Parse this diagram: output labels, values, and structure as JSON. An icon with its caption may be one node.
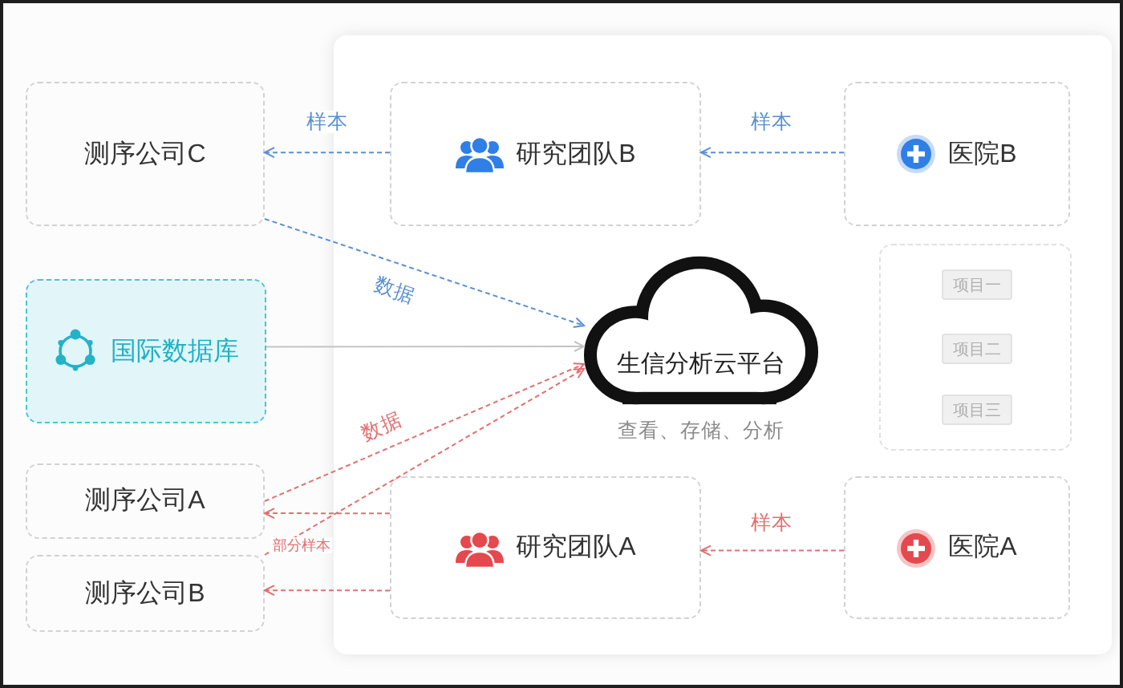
{
  "diagram": {
    "nodes": [
      {
        "text": [
          "测序公司C"
        ]
      },
      {
        "text": [],
        "shape": "box"
      },
      {
        "text": [
          "研究团队B"
        ],
        "in": 1
      },
      {
        "text": [
          "医院B"
        ],
        "in": 1
      },
      {
        "text": [
          "国际数据库"
        ]
      },
      {
        "text": [
          "生信分析云平台"
        ],
        "in": 1,
        "beside": [
          "查看、存储、分析"
        ]
      },
      {
        "text": [],
        "shape": "box",
        "in": 1
      },
      {
        "text": [
          "项目一"
        ],
        "in": 6
      },
      {
        "text": [
          "项目二"
        ],
        "in": 6
      },
      {
        "text": [
          "项目三"
        ],
        "in": 6
      },
      {
        "text": [
          "测序公司A"
        ]
      },
      {
        "text": [
          "测序公司B"
        ]
      },
      {
        "text": [
          "研究团队A"
        ],
        "in": 1
      },
      {
        "text": [
          "医院A"
        ],
        "in": 1
      }
    ],
    "edges": [
      {
        "from": 2,
        "to": 0,
        "arrow": "to",
        "label": "样本",
        "style": "dashed",
        "color": "#5a8fd3"
      },
      {
        "from": 3,
        "to": 2,
        "arrow": "to",
        "label": "样本",
        "style": "dashed",
        "color": "#5a8fd3"
      },
      {
        "from": 0,
        "to": 5,
        "arrow": "to",
        "label": "数据",
        "style": "dashed",
        "color": "#5a8fd3"
      },
      {
        "from": 4,
        "to": 5,
        "arrow": "to",
        "color": "#c4c4c4"
      },
      {
        "from": 10,
        "to": 5,
        "arrow": "to",
        "label": "数据",
        "style": "dashed"
      },
      {
        "from": 11,
        "to": 5,
        "arrow": "to",
        "label": "部分样本",
        "style": "dashed"
      },
      {
        "from": 12,
        "to": 10,
        "arrow": "to",
        "style": "dashed"
      },
      {
        "from": 12,
        "to": 11,
        "arrow": "to",
        "style": "dashed"
      },
      {
        "from": 13,
        "to": 12,
        "arrow": "to",
        "label": "样本",
        "style": "dashed"
      }
    ]
  }
}
